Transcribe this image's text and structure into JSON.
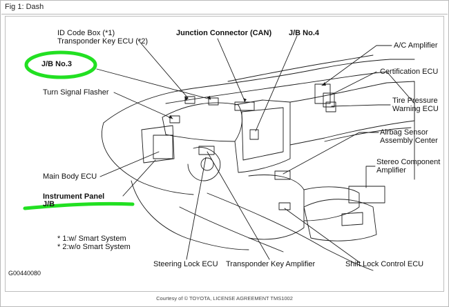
{
  "figure": {
    "title": "Fig 1: Dash"
  },
  "labels": {
    "id_code_box": "ID Code Box (*1)",
    "transponder_key_ecu": "Transponder Key ECU (*2)",
    "junction_connector": "Junction Connector (CAN)",
    "jb_no4": "J/B No.4",
    "ac_amplifier": "A/C Amplifier",
    "jb_no3": "J/B No.3",
    "certification_ecu": "Certification ECU",
    "turn_signal_flasher": "Turn Signal Flasher",
    "tire_pressure_1": "Tire Pressure",
    "tire_pressure_2": "Warning ECU",
    "airbag_sensor_1": "Airbag Sensor",
    "airbag_sensor_2": "Assembly Center",
    "stereo_component_1": "Stereo Component",
    "stereo_component_2": "Amplifier",
    "main_body_ecu": "Main Body ECU",
    "instrument_panel_1": "Instrument Panel",
    "instrument_panel_2": "J/B",
    "note_1": "* 1:w/ Smart System",
    "note_2": "* 2:w/o Smart System",
    "steering_lock_ecu": "Steering Lock ECU",
    "transponder_key_amplifier": "Transponder Key Amplifier",
    "shift_lock_control_ecu": "Shift Lock Control ECU",
    "figure_code": "G00440080"
  },
  "footer": "Courtesy of © TOYOTA, LICENSE AGREEMENT TMS1002",
  "colors": {
    "highlight": "#22e022",
    "line": "#1a1a1a"
  }
}
